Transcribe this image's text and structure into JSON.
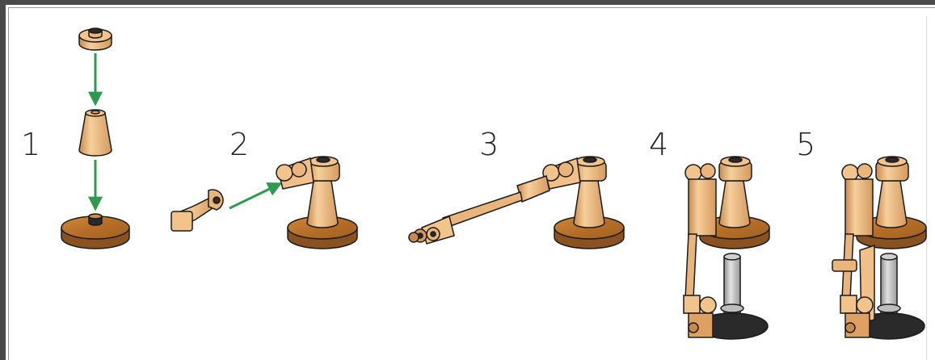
{
  "steps": [
    {
      "number": "1"
    },
    {
      "number": "2"
    },
    {
      "number": "3"
    },
    {
      "number": "4"
    },
    {
      "number": "5"
    }
  ],
  "colors": {
    "frame": "#4a4a4a",
    "brick_light": "#f2c48c",
    "brick_mid": "#dfa064",
    "brick_dark": "#b8743a",
    "base_plate": "#c07a30",
    "base_plate_dark": "#8a5220",
    "arrow": "#2e9a4e",
    "grey_part": "#b4b4b4",
    "black_plate": "#2a2a2a",
    "outline": "#1a1a1a"
  }
}
